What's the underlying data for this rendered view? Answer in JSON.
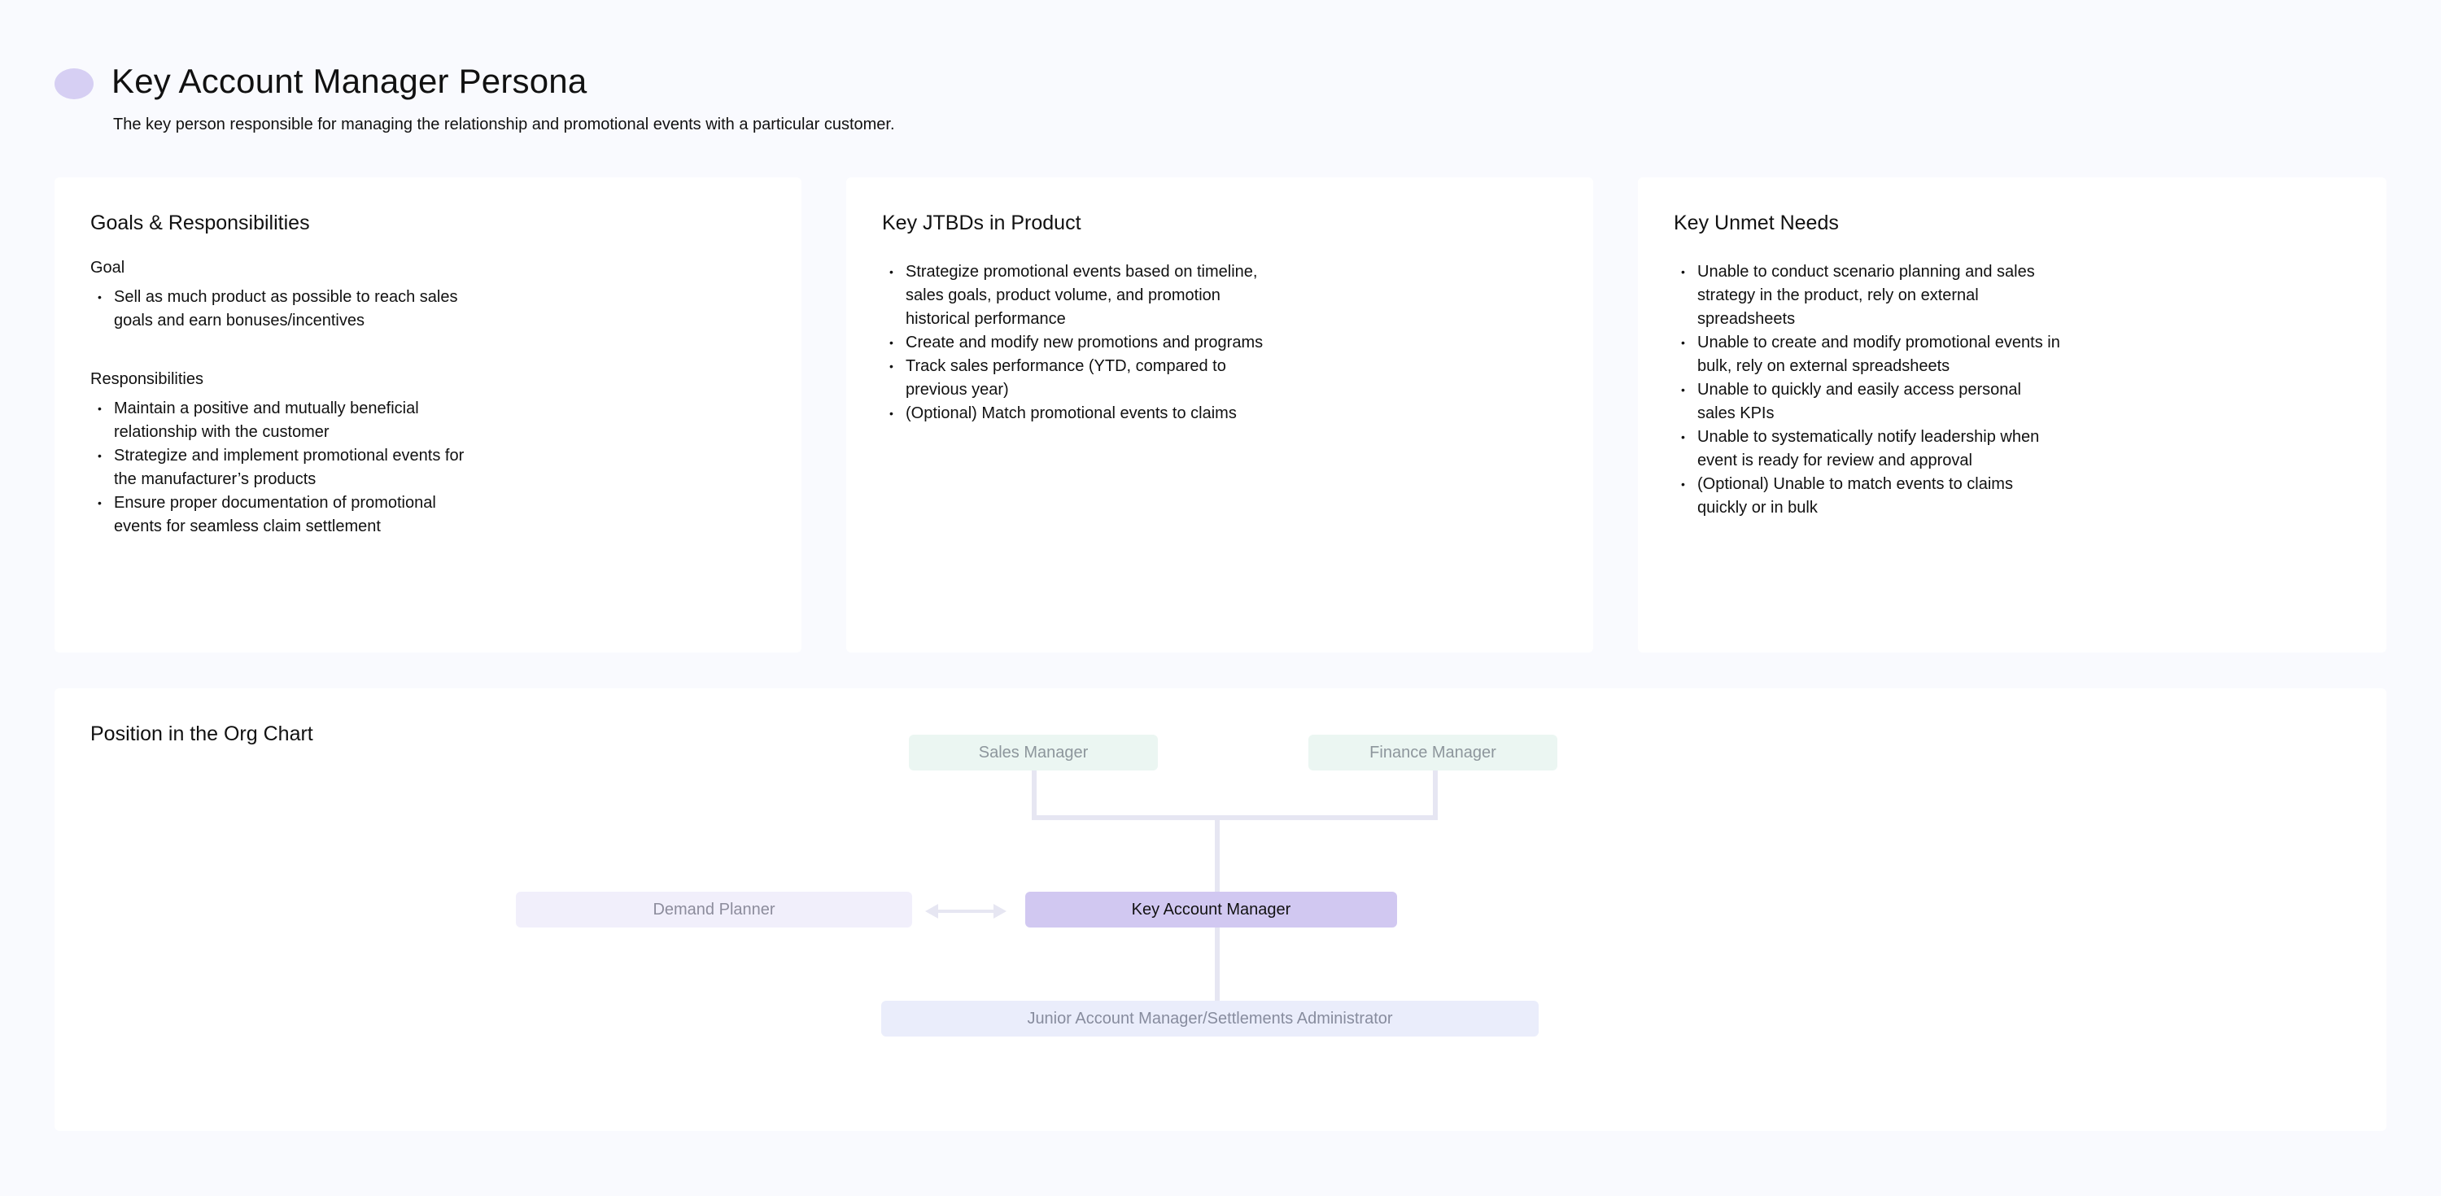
{
  "header": {
    "title": "Key Account Manager Persona",
    "subtitle": "The key person responsible for managing the relationship and promotional events with a particular customer."
  },
  "goals": {
    "title": "Goals & Responsibilities",
    "goal_label": "Goal",
    "goal_items": [
      "Sell as much product as possible to reach sales goals and earn bonuses/incentives"
    ],
    "resp_label": "Responsibilities",
    "resp_items": [
      "Maintain a positive and mutually beneficial relationship with the customer",
      "Strategize and implement promotional events for the manufacturer’s products",
      "Ensure proper documentation of promotional events for seamless claim settlement"
    ]
  },
  "jtbd": {
    "title": "Key JTBDs in Product",
    "items": [
      "Strategize promotional events based on timeline, sales goals, product volume, and promotion historical performance",
      "Create and modify new promotions and programs",
      "Track sales performance (YTD, compared to previous year)",
      "(Optional) Match promotional events to claims"
    ]
  },
  "needs": {
    "title": "Key Unmet Needs",
    "items": [
      "Unable to conduct scenario planning and sales strategy in the product, rely on external spreadsheets",
      "Unable to create and modify promotional events in bulk, rely on external spreadsheets",
      "Unable to quickly and easily access personal sales KPIs",
      "Unable to systematically notify leadership when event is ready for review and approval",
      "(Optional) Unable to match events to claims quickly or in bulk"
    ]
  },
  "org": {
    "title": "Position in the Org Chart",
    "sales_manager": "Sales Manager",
    "finance_manager": "Finance Manager",
    "demand_planner": "Demand Planner",
    "key_account_manager": "Key Account Manager",
    "junior": "Junior Account Manager/Settlements Administrator",
    "colors": {
      "manager_bg": "#ebf6f2",
      "manager_text": "#8d969c",
      "demand_bg": "#f1effb",
      "demand_text": "#8c8c9c",
      "kam_bg": "#d1c8f1",
      "kam_text": "#121212",
      "junior_bg": "#eaedfb",
      "junior_text": "#878c9e",
      "connector": "#e6e6f2"
    }
  }
}
